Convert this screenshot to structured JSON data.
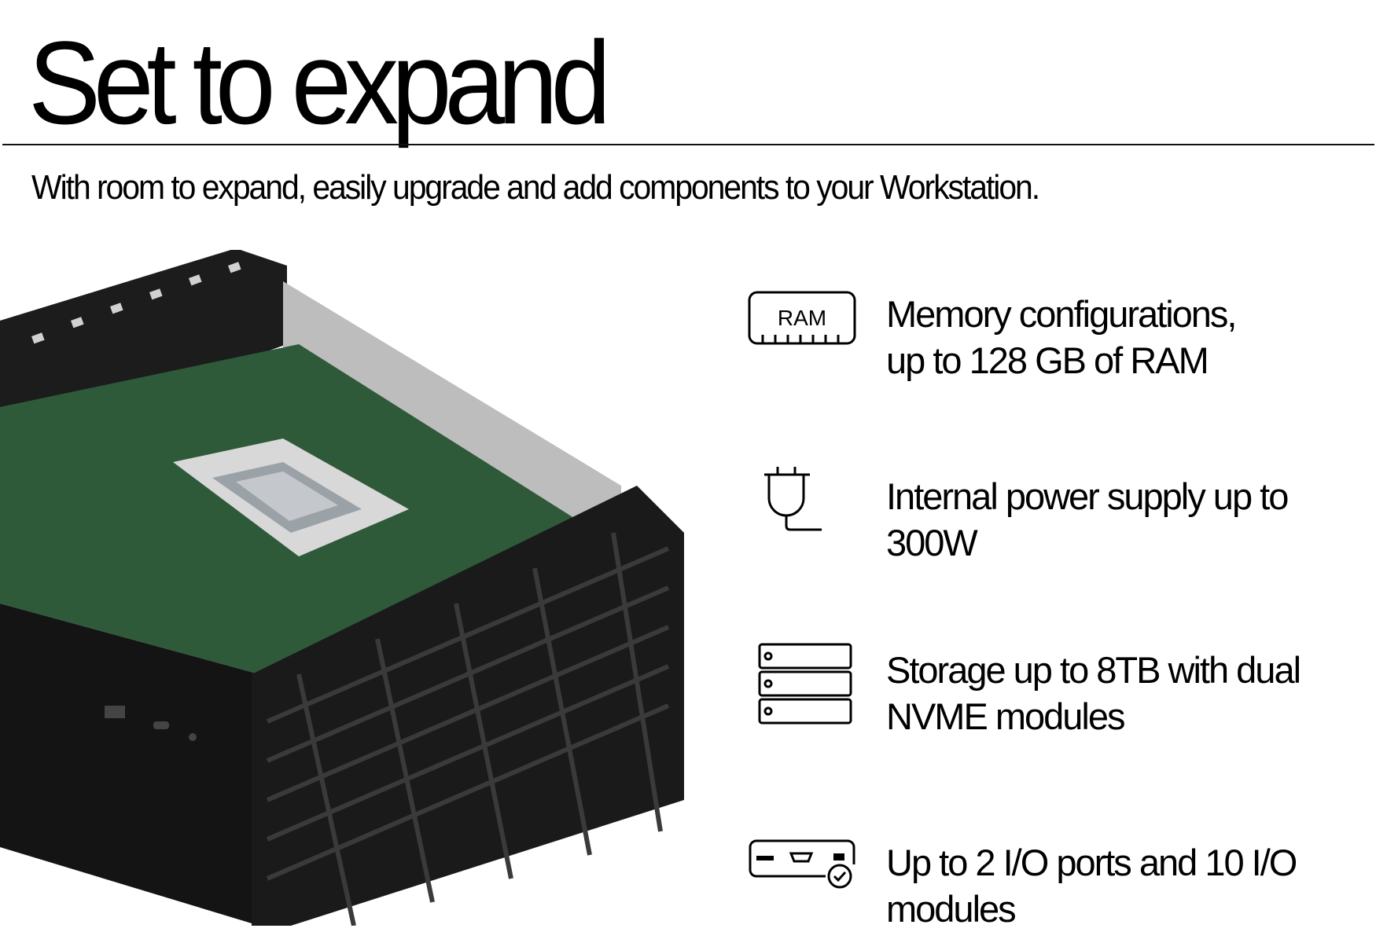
{
  "header": {
    "title": "Set to expand",
    "subtitle": "With room to expand, easily upgrade and add components to your Workstation."
  },
  "features": [
    {
      "icon": "ram-icon",
      "icon_label": "RAM",
      "line1": "Memory configurations,",
      "line2": "up to 128 GB of RAM"
    },
    {
      "icon": "power-plug-icon",
      "line1": "Internal power supply up to",
      "line2": "300W"
    },
    {
      "icon": "storage-stack-icon",
      "line1": "Storage up to 8TB with dual",
      "line2": "NVME modules"
    },
    {
      "icon": "io-ports-icon",
      "line1": "Up to 2 I/O ports and 10 I/O",
      "line2": "modules"
    }
  ],
  "colors": {
    "text": "#000000",
    "board": "#2f5a3a",
    "chassis": "#1a1a1a",
    "metal": "#b8b8b8"
  }
}
